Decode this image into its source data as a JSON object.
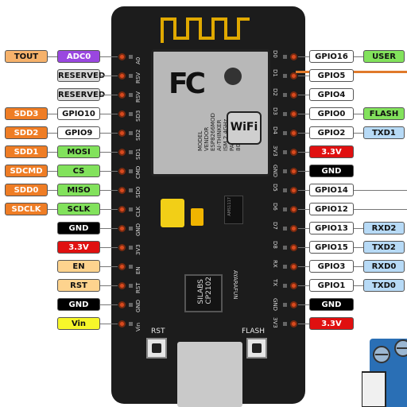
{
  "colors": {
    "board": "#1c1c1c",
    "pin": "#d94a1e",
    "orange": "#f6b26b",
    "darkorange": "#ef7d25",
    "purple": "#9a47e0",
    "gray": "#d9d9d9",
    "white": "#ffffff",
    "green": "#82e25c",
    "blue": "#b7daf6",
    "black": "#000000",
    "red": "#e01010",
    "yellow": "#f7f72a",
    "peach": "#fdd38e",
    "wire": "#e07a2b"
  },
  "board": {
    "module": {
      "lines": [
        "MODEL",
        "VENDOR",
        "ESP8266MOD",
        "AI-THINKER",
        "ISM 2.4GHz",
        "PA +25dBm",
        "802.11b/g/n"
      ],
      "fc": "FC",
      "wifi": "WiFi"
    },
    "chip_lines": [
      "SILABS",
      "CP2102"
    ],
    "regulator": "AMS1117",
    "rst_button": "RST",
    "flash_button": "FLASH",
    "brand": "AYARAFUN",
    "silk_left": [
      "A0",
      "RSV",
      "RSV",
      "SD3",
      "SD2",
      "SD1",
      "CMD",
      "SD0",
      "CLK",
      "GND",
      "3V3",
      "EN",
      "RST",
      "GND",
      "Vin"
    ],
    "silk_right": [
      "D0",
      "D1",
      "D2",
      "D3",
      "D4",
      "3V3",
      "GND",
      "D5",
      "D6",
      "D7",
      "D8",
      "RX",
      "TX",
      "GND",
      "3V3"
    ]
  },
  "left_pins": [
    {
      "labels": [
        {
          "text": "TOUT",
          "color": "orange"
        },
        {
          "text": "ADC0",
          "color": "purple"
        }
      ]
    },
    {
      "labels": [
        {
          "text": "RESERVED",
          "color": "gray"
        }
      ]
    },
    {
      "labels": [
        {
          "text": "RESERVED",
          "color": "gray"
        }
      ]
    },
    {
      "labels": [
        {
          "text": "SDD3",
          "color": "darkorange"
        },
        {
          "text": "GPIO10",
          "color": "white"
        }
      ]
    },
    {
      "labels": [
        {
          "text": "SDD2",
          "color": "darkorange"
        },
        {
          "text": "GPIO9",
          "color": "white"
        }
      ]
    },
    {
      "labels": [
        {
          "text": "SDD1",
          "color": "darkorange"
        },
        {
          "text": "MOSI",
          "color": "green"
        }
      ]
    },
    {
      "labels": [
        {
          "text": "SDCMD",
          "color": "darkorange"
        },
        {
          "text": "CS",
          "color": "green"
        }
      ]
    },
    {
      "labels": [
        {
          "text": "SDD0",
          "color": "darkorange"
        },
        {
          "text": "MISO",
          "color": "green"
        }
      ]
    },
    {
      "labels": [
        {
          "text": "SDCLK",
          "color": "darkorange"
        },
        {
          "text": "SCLK",
          "color": "green"
        }
      ]
    },
    {
      "labels": [
        {
          "text": "GND",
          "color": "black"
        }
      ]
    },
    {
      "labels": [
        {
          "text": "3.3V",
          "color": "red"
        }
      ]
    },
    {
      "labels": [
        {
          "text": "EN",
          "color": "peach"
        }
      ]
    },
    {
      "labels": [
        {
          "text": "RST",
          "color": "peach"
        }
      ]
    },
    {
      "labels": [
        {
          "text": "GND",
          "color": "black"
        }
      ]
    },
    {
      "labels": [
        {
          "text": "Vin",
          "color": "yellow"
        }
      ]
    }
  ],
  "right_pins": [
    {
      "labels": [
        {
          "text": "GPIO16",
          "color": "white"
        },
        {
          "text": "USER",
          "color": "green"
        }
      ]
    },
    {
      "labels": [
        {
          "text": "GPIO5",
          "color": "white"
        }
      ]
    },
    {
      "labels": [
        {
          "text": "GPIO4",
          "color": "white"
        }
      ]
    },
    {
      "labels": [
        {
          "text": "GPIO0",
          "color": "white"
        },
        {
          "text": "FLASH",
          "color": "green"
        }
      ]
    },
    {
      "labels": [
        {
          "text": "GPIO2",
          "color": "white"
        },
        {
          "text": "TXD1",
          "color": "blue"
        }
      ]
    },
    {
      "labels": [
        {
          "text": "3.3V",
          "color": "red"
        }
      ]
    },
    {
      "labels": [
        {
          "text": "GND",
          "color": "black"
        }
      ]
    },
    {
      "labels": [
        {
          "text": "GPIO14",
          "color": "white"
        }
      ]
    },
    {
      "labels": [
        {
          "text": "GPIO12",
          "color": "white"
        }
      ]
    },
    {
      "labels": [
        {
          "text": "GPIO13",
          "color": "white"
        },
        {
          "text": "RXD2",
          "color": "blue"
        }
      ]
    },
    {
      "labels": [
        {
          "text": "GPIO15",
          "color": "white"
        },
        {
          "text": "TXD2",
          "color": "blue"
        }
      ]
    },
    {
      "labels": [
        {
          "text": "GPIO3",
          "color": "white"
        },
        {
          "text": "RXD0",
          "color": "blue"
        }
      ]
    },
    {
      "labels": [
        {
          "text": "GPIO1",
          "color": "white"
        },
        {
          "text": "TXD0",
          "color": "blue"
        }
      ]
    },
    {
      "labels": [
        {
          "text": "GND",
          "color": "black"
        }
      ]
    },
    {
      "labels": [
        {
          "text": "3.3V",
          "color": "red"
        }
      ]
    }
  ]
}
